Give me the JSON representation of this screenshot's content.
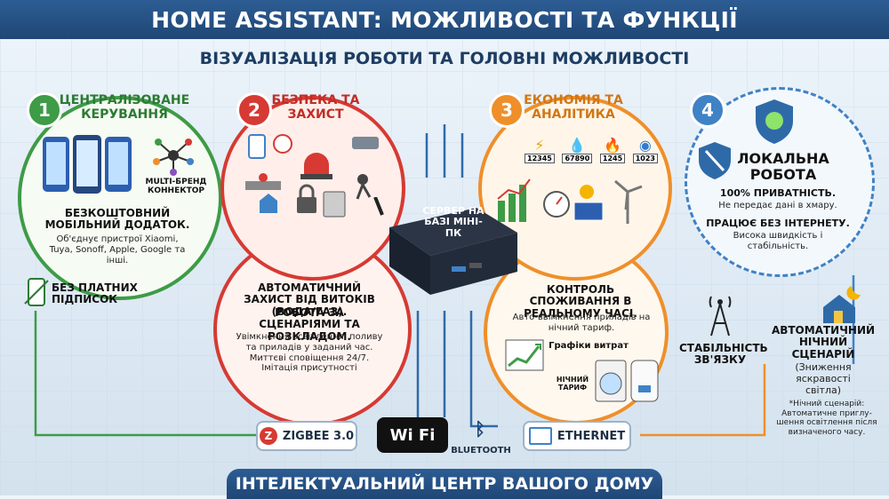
{
  "header": {
    "title": "HOME ASSISTANT: МОЖЛИВОСТІ ТА ФУНКЦІЇ",
    "subtitle": "ВІЗУАЛІЗАЦІЯ РОБОТИ ТА ГОЛОВНІ МОЖЛИВОСТІ"
  },
  "sections": {
    "s1": {
      "num": "1",
      "title": "ЦЕНТРАЛІЗОВАНЕ КЕРУВАННЯ",
      "connector": "MULTI-БРЕНД КОННЕКТОР",
      "app_title": "БЕЗКОШТОВНИЙ МОБІЛЬНИЙ ДОДАТОК.",
      "app_desc": "Об'єднує пристрої Xiaomi, Tuya, Sonoff, Apple, Google та інші."
    },
    "s2": {
      "num": "2",
      "title": "БЕЗПЕКА ТА ЗАХИСТ",
      "leak": "АВТОМАТИЧНИЙ ЗАХИСТ ВІД ВИТОКІВ (ВОДА/ГАЗ).",
      "sched": "РОБОТА ЗА СЦЕНАРІЯМИ ТА РОЗКЛАДОМ.",
      "desc": "Увімкнення освітлення, поливу та приладів у заданий час. Миттєві сповіщення 24/7. Імітація присутності"
    },
    "s3": {
      "num": "3",
      "title": "ЕКОНОМІЯ ТА АНАЛІТИКА",
      "ctrl": "КОНТРОЛЬ СПОЖИВАННЯ В РЕАЛЬНОМУ ЧАСІ.",
      "desc": "Авто-ввімкнення приладів на нічний тариф.",
      "graphs": "Графіки витрат",
      "night": "НІЧНИЙ ТАРИФ"
    },
    "s4": {
      "num": "4",
      "title": "ЛОКАЛЬНА РОБОТА",
      "privacy": "100% ПРИВАТНІСТЬ.",
      "privacy_desc": "Не передає дані в хмару.",
      "offline": "ПРАЦЮЄ БЕЗ ІНТЕРНЕТУ.",
      "offline_desc": "Висока швидкість і стабільність."
    }
  },
  "server": "СЕРВЕР НА БАЗІ МІНІ-ПК",
  "side": {
    "no_sub": "БЕЗ ПЛАТНИХ ПІДПИСОК",
    "stability": "СТАБІЛЬНІСТЬ ЗВ'ЯЗКУ",
    "night_title": "АВТОМАТИЧНИЙ НІЧНИЙ СЦЕНАРІЙ",
    "night_paren": "(Зниження яскравості світла)",
    "night_note": "*Нічний сценарій: Автоматичне приглу-шення освітлення після визначеного часу."
  },
  "protocols": {
    "zigbee": "ZIGBEE 3.0",
    "wifi": "Wi Fi",
    "bluetooth": "BLUETOOTH",
    "ethernet": "ETHERNET"
  },
  "meters": [
    "12345",
    "67890",
    "1245",
    "1023"
  ],
  "footer": "ІНТЕЛЕКТУАЛЬНИЙ ЦЕНТР ВАШОГО ДОМУ",
  "colors": {
    "green": "#3e9b46",
    "red": "#d63a33",
    "orange": "#ef8f2a",
    "blue": "#3f82c6",
    "navy": "#1f4675"
  }
}
